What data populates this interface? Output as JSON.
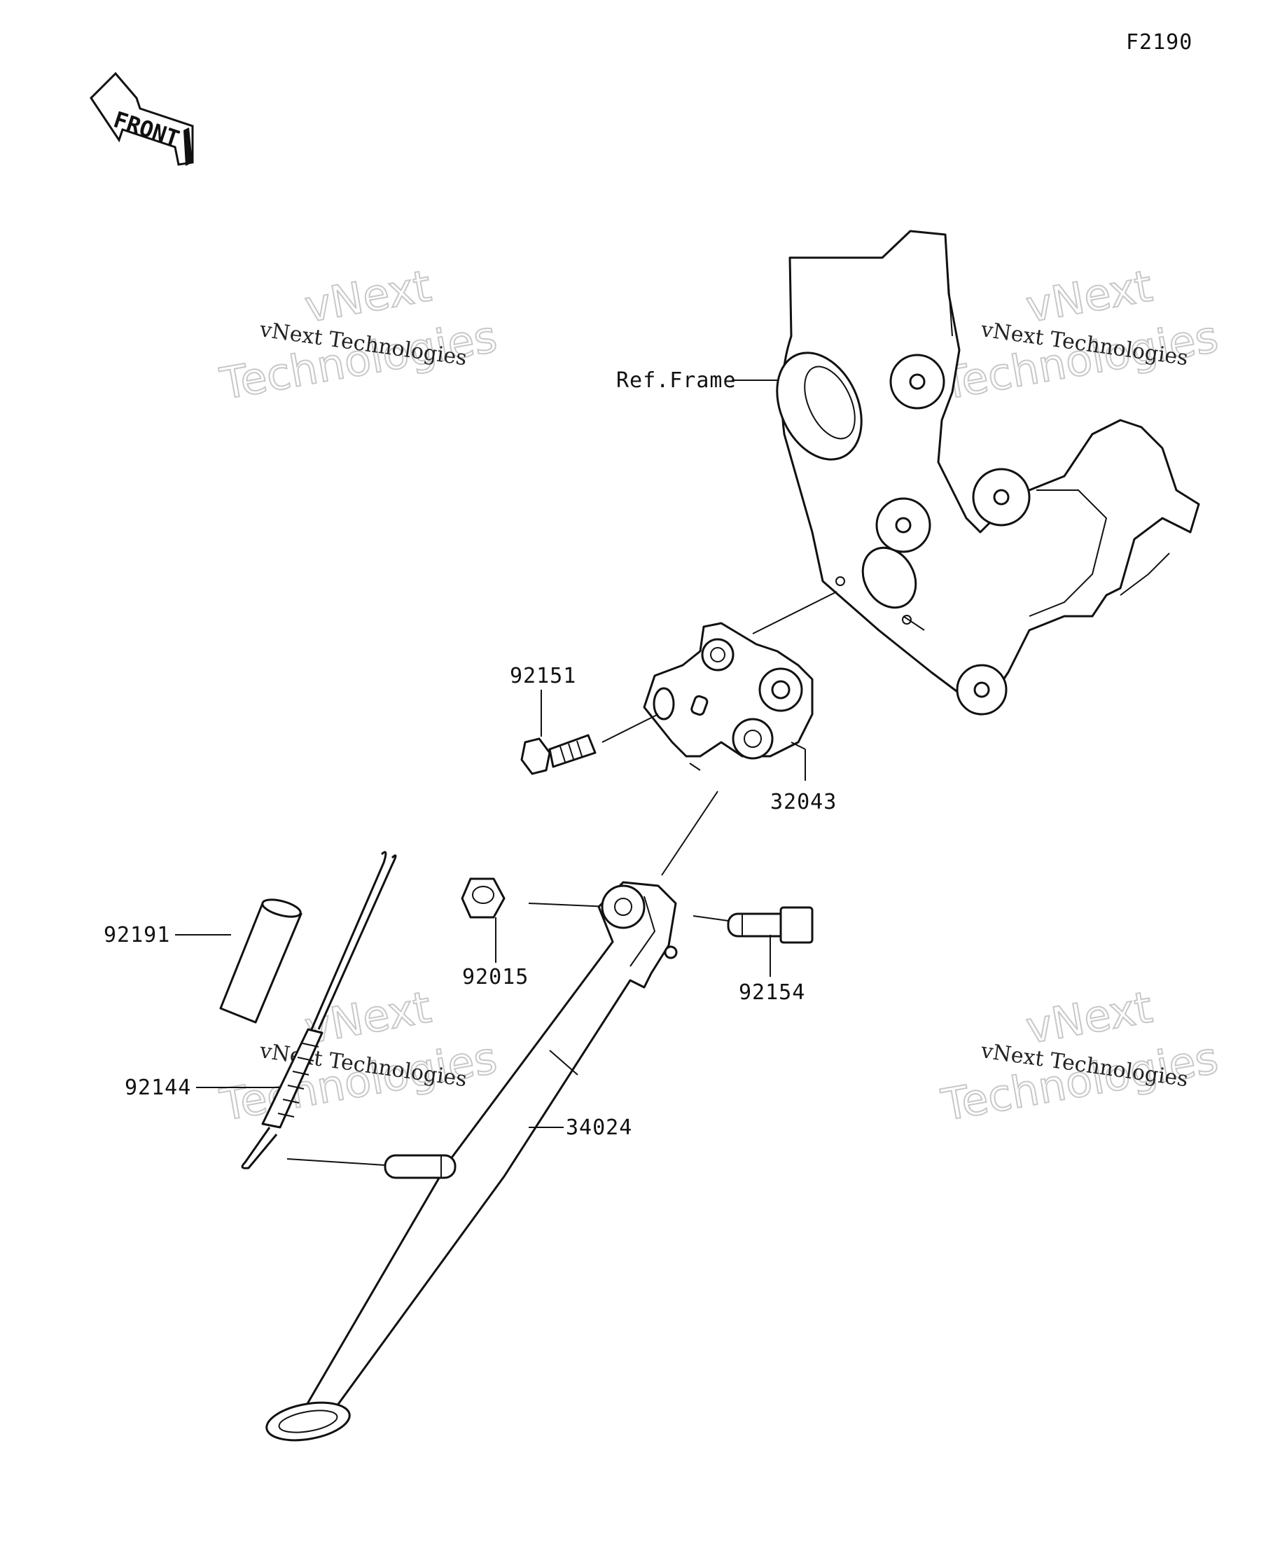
{
  "diagram_code": "F2190",
  "front_label": "FRONT",
  "watermark": {
    "line_small": "vNext Technologies",
    "line_big_1": "vNext",
    "line_big_2": "Technologies"
  },
  "parts": [
    {
      "id": "ref-frame",
      "label": "Ref.Frame"
    },
    {
      "id": "92151",
      "label": "92151"
    },
    {
      "id": "32043",
      "label": "32043"
    },
    {
      "id": "92191",
      "label": "92191"
    },
    {
      "id": "92015",
      "label": "92015"
    },
    {
      "id": "92154",
      "label": "92154"
    },
    {
      "id": "92144",
      "label": "92144"
    },
    {
      "id": "34024",
      "label": "34024"
    }
  ]
}
